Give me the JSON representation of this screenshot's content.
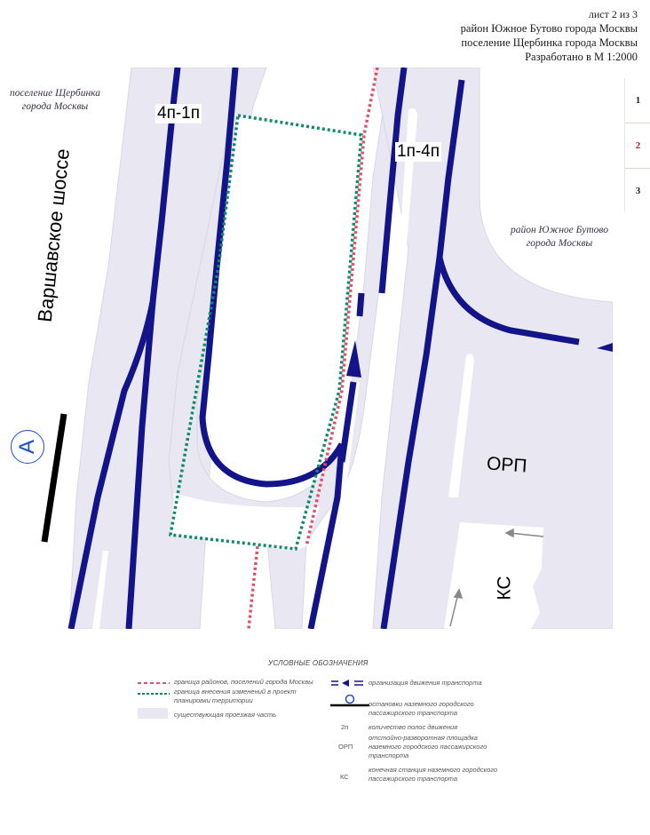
{
  "header": {
    "sheet": "лист 2 из 3",
    "line1": "район Южное Бутово города Москвы",
    "line2": "поселение Щербинка города Москвы",
    "line3": "Разработано в М 1:2000"
  },
  "sheet_nav": {
    "items": [
      {
        "label": "1",
        "active": false
      },
      {
        "label": "2",
        "active": true
      },
      {
        "label": "3",
        "active": false
      }
    ]
  },
  "map": {
    "scale": "М 1:2000",
    "area_labels": {
      "shcherbinka_line1": "поселение Щербинка",
      "shcherbinka_line2": "города Москвы",
      "butovo_line1": "район Южное Бутово",
      "butovo_line2": "города Москвы"
    },
    "road_label": "Варшавское шоссе",
    "lane_labels": {
      "left": "4п-1п",
      "right": "1п-4п"
    },
    "bus_stop_symbol": "A",
    "facility_labels": {
      "orp": "ОРП",
      "ks": "КС"
    },
    "colors": {
      "road": "#e9e8f2",
      "traffic": "#14148a",
      "district_boundary": "#e0506a",
      "planning_boundary": "#0f8a6a",
      "bus_stop": "#000000",
      "bus_stop_symbol": "#1a4fd0"
    }
  },
  "legend": {
    "title": "УСЛОВНЫЕ ОБОЗНАЧЕНИЯ",
    "items": [
      {
        "symbol": "red-dash",
        "text": "граница районов, поселений города Москвы"
      },
      {
        "symbol": "green-dash",
        "text_line1": "граница внесения изменений в проект",
        "text_line2": "планировки территории"
      },
      {
        "symbol": "grey-fill",
        "text": "существующая проезжая часть"
      },
      {
        "symbol": "blue-dash-arrow",
        "text": "организация движения транспорта"
      },
      {
        "symbol": "bus-stop",
        "text_line1": "остановки наземного городского",
        "text_line2": "пассажирского транспорта"
      },
      {
        "code": "2п",
        "text": "количество полос движения"
      },
      {
        "code": "ОРП",
        "text_line1": "отстойно-разворотная площадка",
        "text_line2": "наземного городского пассажирского",
        "text_line3": "транспорта"
      },
      {
        "code": "КС",
        "text_line1": "конечная станция наземного городского",
        "text_line2": "пассажирского транспорта"
      }
    ]
  }
}
